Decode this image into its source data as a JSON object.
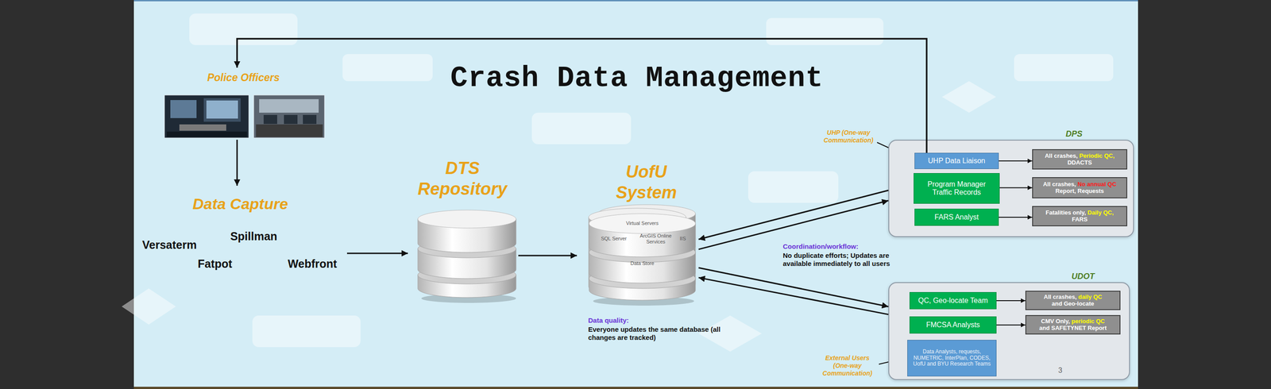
{
  "diagram": {
    "title": "Crash Data Management",
    "nodes": [
      {
        "text": [
          "Police Officers"
        ]
      },
      {
        "text": [
          "Data Capture",
          "Versaterm",
          "Spillman",
          "Fatpot",
          "Webfront"
        ]
      },
      {
        "text": [
          "DTS Repository"
        ]
      },
      {
        "text": [
          "UofU System"
        ]
      },
      {
        "text": [
          "DPS"
        ]
      },
      {
        "text": [
          "UHP Data Liaison"
        ],
        "in": 4
      },
      {
        "text": [
          "All crashes,",
          "Periodic QC,",
          "DDACTS"
        ],
        "in": 4
      },
      {
        "text": [
          "Program Manager Traffic Records"
        ],
        "in": 4
      },
      {
        "text": [
          "All crashes,",
          "No annual QC",
          "Report, Requests"
        ],
        "in": 4
      },
      {
        "text": [
          "FARS Analyst"
        ],
        "in": 4
      },
      {
        "text": [
          "Fatalities only,",
          "Daily QC,",
          "FARS"
        ],
        "in": 4
      },
      {
        "text": [
          "UDOT"
        ]
      },
      {
        "text": [
          "QC, Geo-locate Team"
        ],
        "in": 11
      },
      {
        "text": [
          "All crashes,",
          "daily QC",
          "and Geo-locate"
        ],
        "in": 11
      },
      {
        "text": [
          "FMCSA Analysts"
        ],
        "in": 11
      },
      {
        "text": [
          "CMV Only,",
          "periodic QC",
          "and SAFETYNET Report"
        ],
        "in": 11
      },
      {
        "text": [
          "Data Analysts, requests, NUMETRIC, InterPlan, CODES, UofU and BYU Research Teams"
        ],
        "in": 11
      }
    ],
    "edges": [
      {
        "from": 0,
        "to": 1,
        "arrow": "to"
      },
      {
        "from": 1,
        "to": 2,
        "arrow": "to"
      },
      {
        "from": 2,
        "to": 3,
        "arrow": "to"
      },
      {
        "from": 4,
        "to": 3,
        "arrow": "to"
      },
      {
        "from": 3,
        "to": 4,
        "arrow": "to"
      },
      {
        "from": 3,
        "to": 11,
        "arrow": "to"
      },
      {
        "from": 11,
        "to": 3,
        "arrow": "to"
      },
      {
        "from": 5,
        "to": 0,
        "arrow": "to"
      },
      {
        "from": 5,
        "to": 6,
        "arrow": "to"
      },
      {
        "from": 7,
        "to": 8,
        "arrow": "to"
      },
      {
        "from": 9,
        "to": 10,
        "arrow": "to"
      },
      {
        "from": 12,
        "to": 13,
        "arrow": "to"
      },
      {
        "from": 14,
        "to": 15,
        "arrow": "to"
      }
    ],
    "labels": [
      "UHP (One-way Communication)",
      "Coordination/workflow:",
      "No duplicate efforts; Updates are available immediately to all users",
      "Data quality:",
      "Everyone updates the same database (all changes are tracked)",
      "External Users (One-way Communication)",
      "Virtual Servers",
      "SQL Server",
      "ArcGIS Online Services",
      "IIS",
      "Data Store",
      "3"
    ]
  }
}
